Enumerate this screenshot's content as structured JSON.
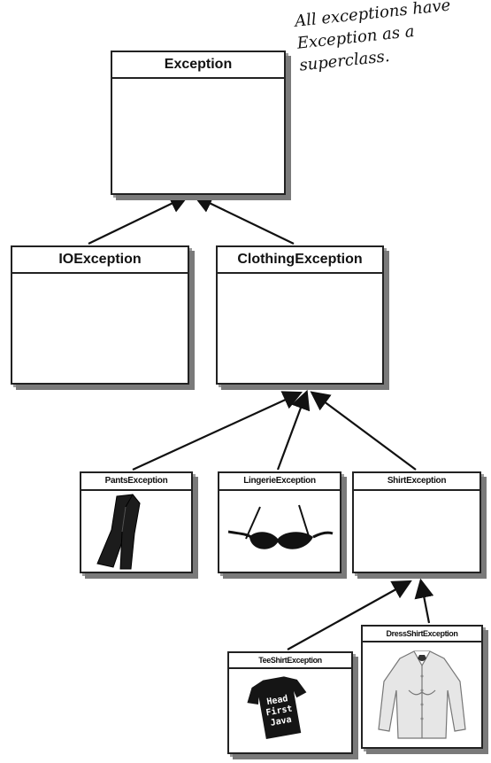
{
  "note": "All exceptions have\nException as a\nsuperclass.",
  "classes": {
    "exception": "Exception",
    "io_exception": "IOException",
    "clothing_exception": "ClothingException",
    "pants_exception": "PantsException",
    "lingerie_exception": "LingerieException",
    "shirt_exception": "ShirtException",
    "tee_shirt_exception": "TeeShirtException",
    "dress_shirt_exception": "DressShirtException"
  },
  "tee_text": [
    "Head",
    "First",
    "Java"
  ],
  "icons": [
    "pants-icon",
    "bra-icon",
    "tshirt-icon",
    "dress-shirt-icon"
  ]
}
